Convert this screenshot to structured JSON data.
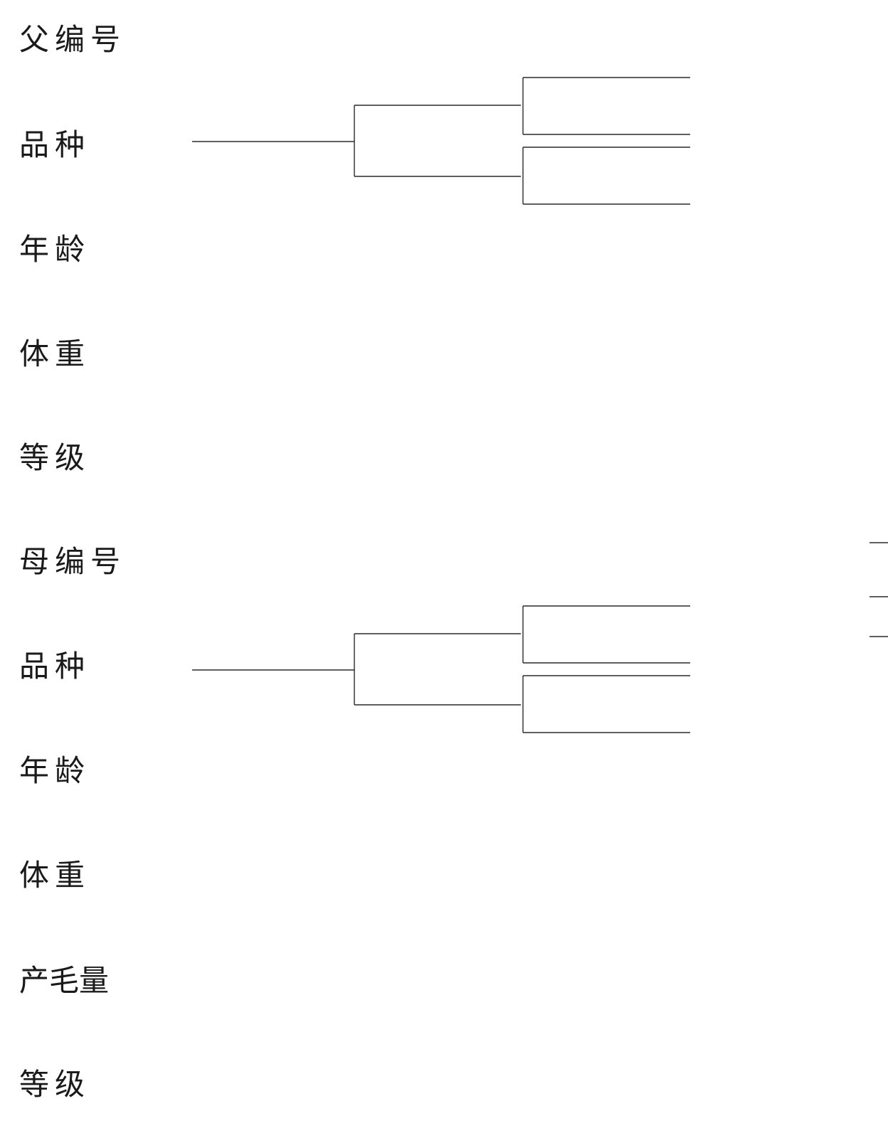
{
  "sire_section": {
    "id_label": "父编号",
    "breed_label": "品种",
    "age_label": "年龄",
    "weight_label": "体重",
    "grade_label": "等级"
  },
  "dam_section": {
    "id_label": "母编号",
    "breed_label": "品种",
    "age_label": "年龄",
    "weight_label": "体重",
    "wool_yield_label": "产毛量",
    "grade_label": "等级"
  }
}
